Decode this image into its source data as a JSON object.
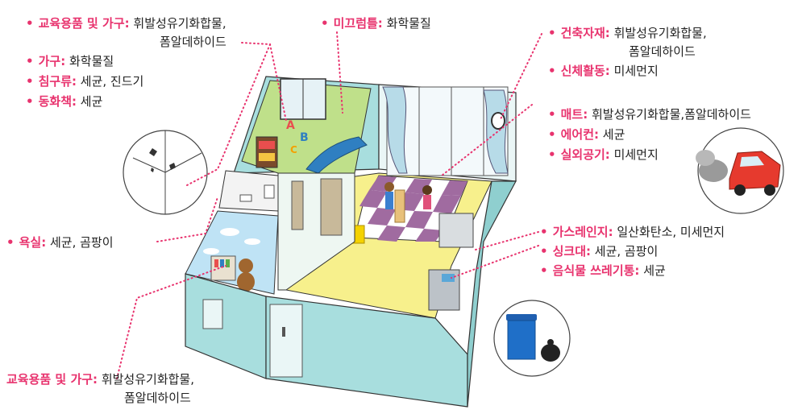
{
  "colors": {
    "accent": "#e8336e",
    "text": "#222222",
    "wall": "#a8dede",
    "floor_yellow": "#f7f08c",
    "grass": "#bfe08a",
    "sky": "#bfe3f5",
    "checker": "#a06ba0"
  },
  "left_labels": [
    {
      "key": "교육용품 및 가구:",
      "value": "휘발성유기화합물,",
      "cont": "폼알데하이드"
    },
    {
      "key": "가구:",
      "value": "화학물질"
    },
    {
      "key": "침구류:",
      "value": "세균, 진드기"
    },
    {
      "key": "동화책:",
      "value": "세균"
    }
  ],
  "top_label": {
    "key": "미끄럼틀:",
    "value": "화학물질"
  },
  "right_top_labels": [
    {
      "key": "건축자재:",
      "value": "휘발성유기화합물,",
      "cont": "폼알데하이드"
    },
    {
      "key": "신체활동:",
      "value": "미세먼지"
    }
  ],
  "right_mid_labels": [
    {
      "key": "매트:",
      "value": "휘발성유기화합물,폼알데하이드"
    },
    {
      "key": "에어컨:",
      "value": "세균"
    },
    {
      "key": "실외공기:",
      "value": "미세먼지"
    }
  ],
  "right_bottom_labels": [
    {
      "key": "가스레인지:",
      "value": "일산화탄소, 미세먼지"
    },
    {
      "key": "싱크대:",
      "value": "세균, 곰팡이"
    },
    {
      "key": "음식물 쓰레기통:",
      "value": "세균"
    }
  ],
  "bathroom_label": {
    "key": "욕실:",
    "value": "세균, 곰팡이"
  },
  "bottom_label": {
    "key": "교육용품 및 가구:",
    "value": "휘발성유기화합물,",
    "cont": "폼알데하이드"
  },
  "toys": {
    "letter_a": "A",
    "letter_b": "B",
    "letter_c": "C"
  }
}
